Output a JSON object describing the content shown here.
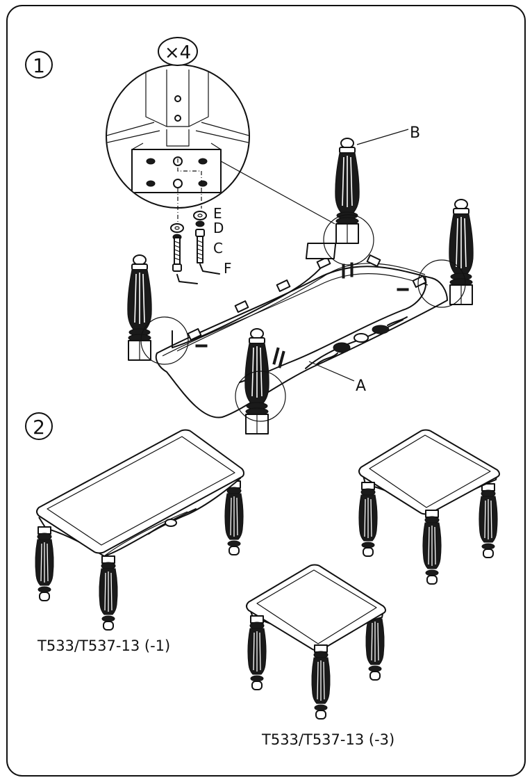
{
  "steps": [
    {
      "number": "1"
    },
    {
      "number": "2"
    }
  ],
  "detail": {
    "quantity": "×4"
  },
  "parts": {
    "A": "A",
    "B": "B",
    "C": "C",
    "D": "D",
    "E": "E",
    "F": "F"
  },
  "models": {
    "model_1": "T533/T537-13 (-1)",
    "model_3": "T533/T537-13 (-3)"
  }
}
